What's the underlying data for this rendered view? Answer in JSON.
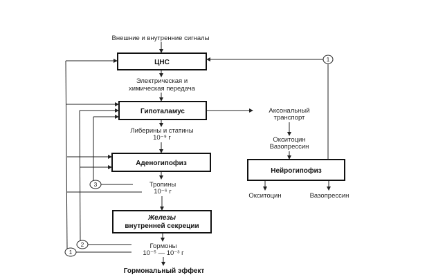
{
  "diagram": {
    "input_label": "Внешние и внутренние сигналы",
    "boxes": {
      "cns": "ЦНС",
      "hypothalamus": "Гипоталамус",
      "adenohypophysis": "Аденогипофиз",
      "glands_line1": "Железы",
      "glands_line2": "внутренней секреции",
      "neurohypophysis": "Нейрогипофиз"
    },
    "labels": {
      "transmission_line1": "Электрическая и",
      "transmission_line2": "химическая передача",
      "liberins_line1": "Либерины и статины",
      "liberins_line2": "10⁻⁹ г",
      "tropins_line1": "Тропины",
      "tropins_line2": "10⁻⁶ г",
      "hormones_line1": "Гормоны",
      "hormones_line2": "10⁻⁵ — 10⁻³ г",
      "hormonal_effect": "Гормональный эффект",
      "axonal_line1": "Аксональный",
      "axonal_line2": "транспорт",
      "oxy_vaso_line1": "Окситоцин",
      "oxy_vaso_line2": "Вазопрессин",
      "oxytocin_out": "Окситоцин",
      "vasopressin_out": "Вазопрессин"
    },
    "feedback_loops": {
      "loop1": "1",
      "loop2": "2",
      "loop3": "3",
      "loop1_right": "1"
    }
  }
}
